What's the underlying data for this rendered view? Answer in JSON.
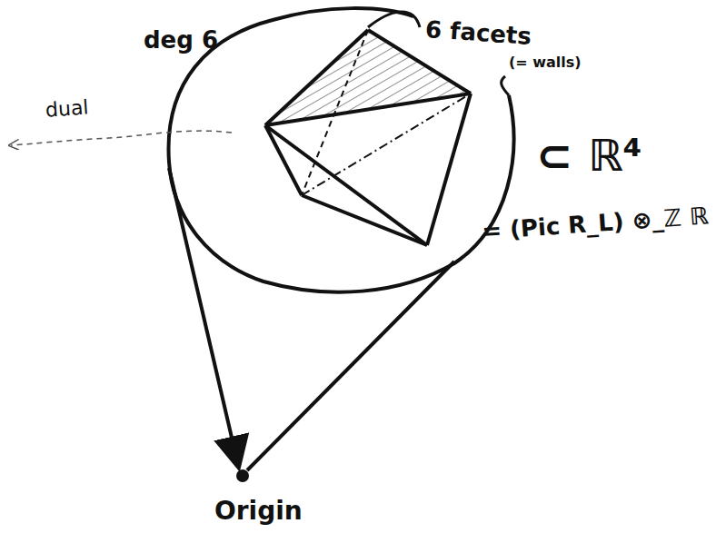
{
  "diagram": {
    "labels": [
      "deg 6",
      "dual",
      "6 facets",
      "(= walls)",
      "⊂ ℝ⁴",
      "= (Pic R_L) ⊗_ℤ ℝ",
      "Origin"
    ]
  }
}
